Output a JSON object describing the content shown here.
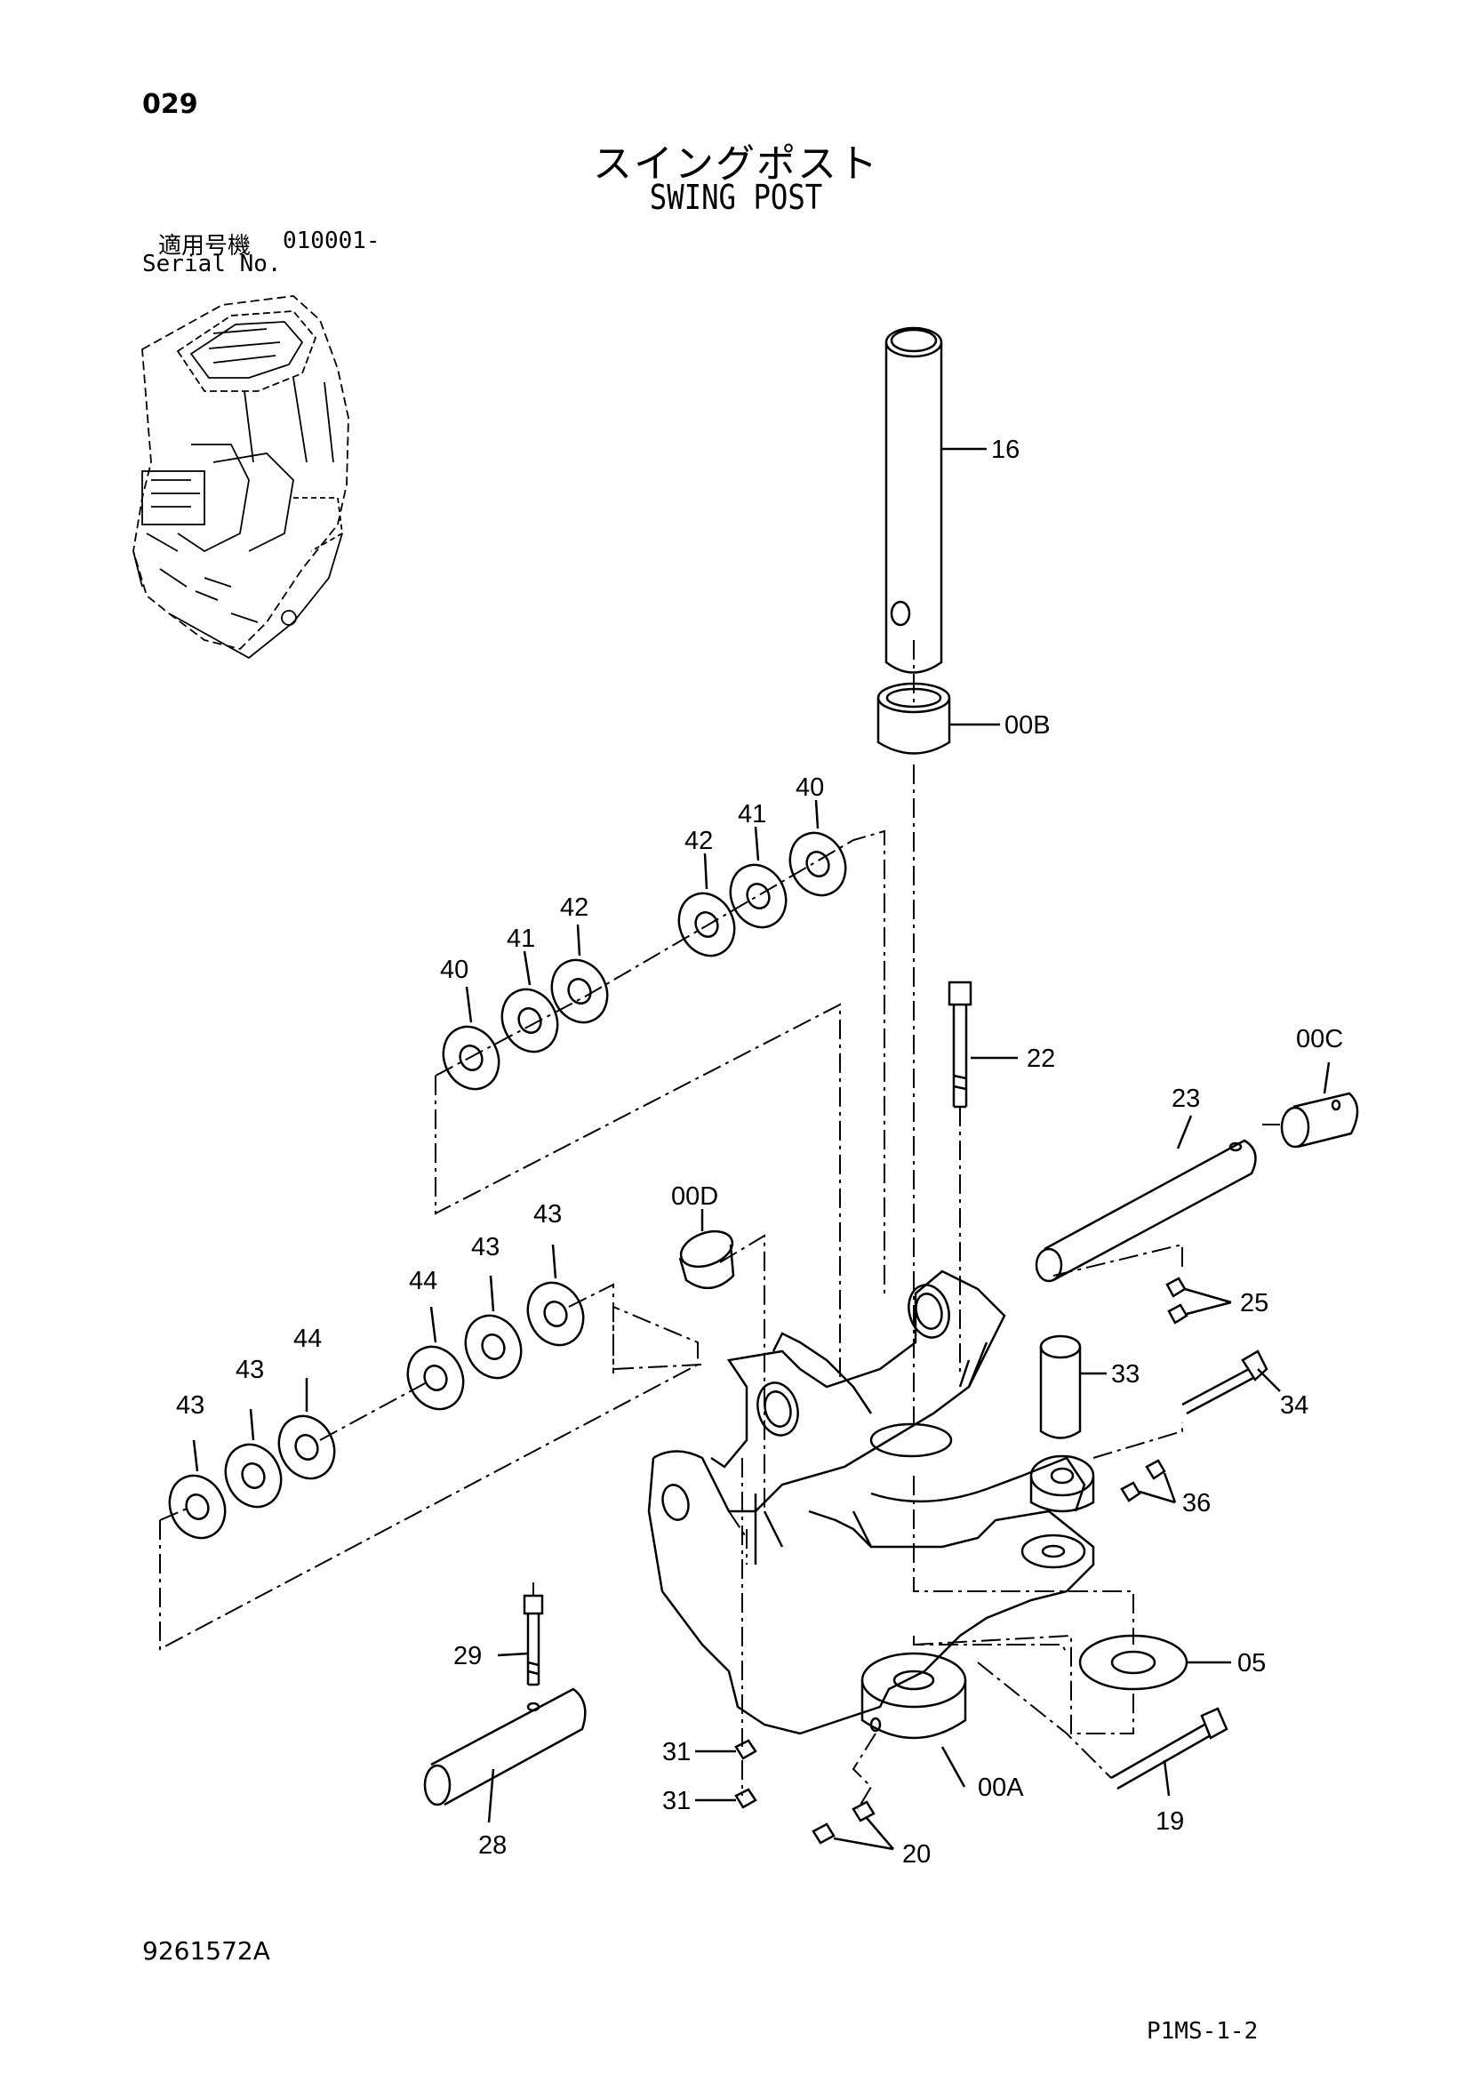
{
  "header": {
    "page_number": "029",
    "title_jp": "スイングポスト",
    "title_en": "SWING POST",
    "serial_label_jp": "適用号機",
    "serial_value": "010001-",
    "serial_label_en": "Serial No."
  },
  "footer": {
    "document_number": "9261572A",
    "page_reference": "P1MS-1-2"
  },
  "part_labels": [
    "16",
    "00B",
    "40",
    "41",
    "42",
    "42",
    "41",
    "40",
    "22",
    "00C",
    "23",
    "00D",
    "43",
    "43",
    "44",
    "44",
    "43",
    "43",
    "25",
    "33",
    "34",
    "36",
    "29",
    "05",
    "31",
    "31",
    "00A",
    "28",
    "20",
    "19"
  ]
}
